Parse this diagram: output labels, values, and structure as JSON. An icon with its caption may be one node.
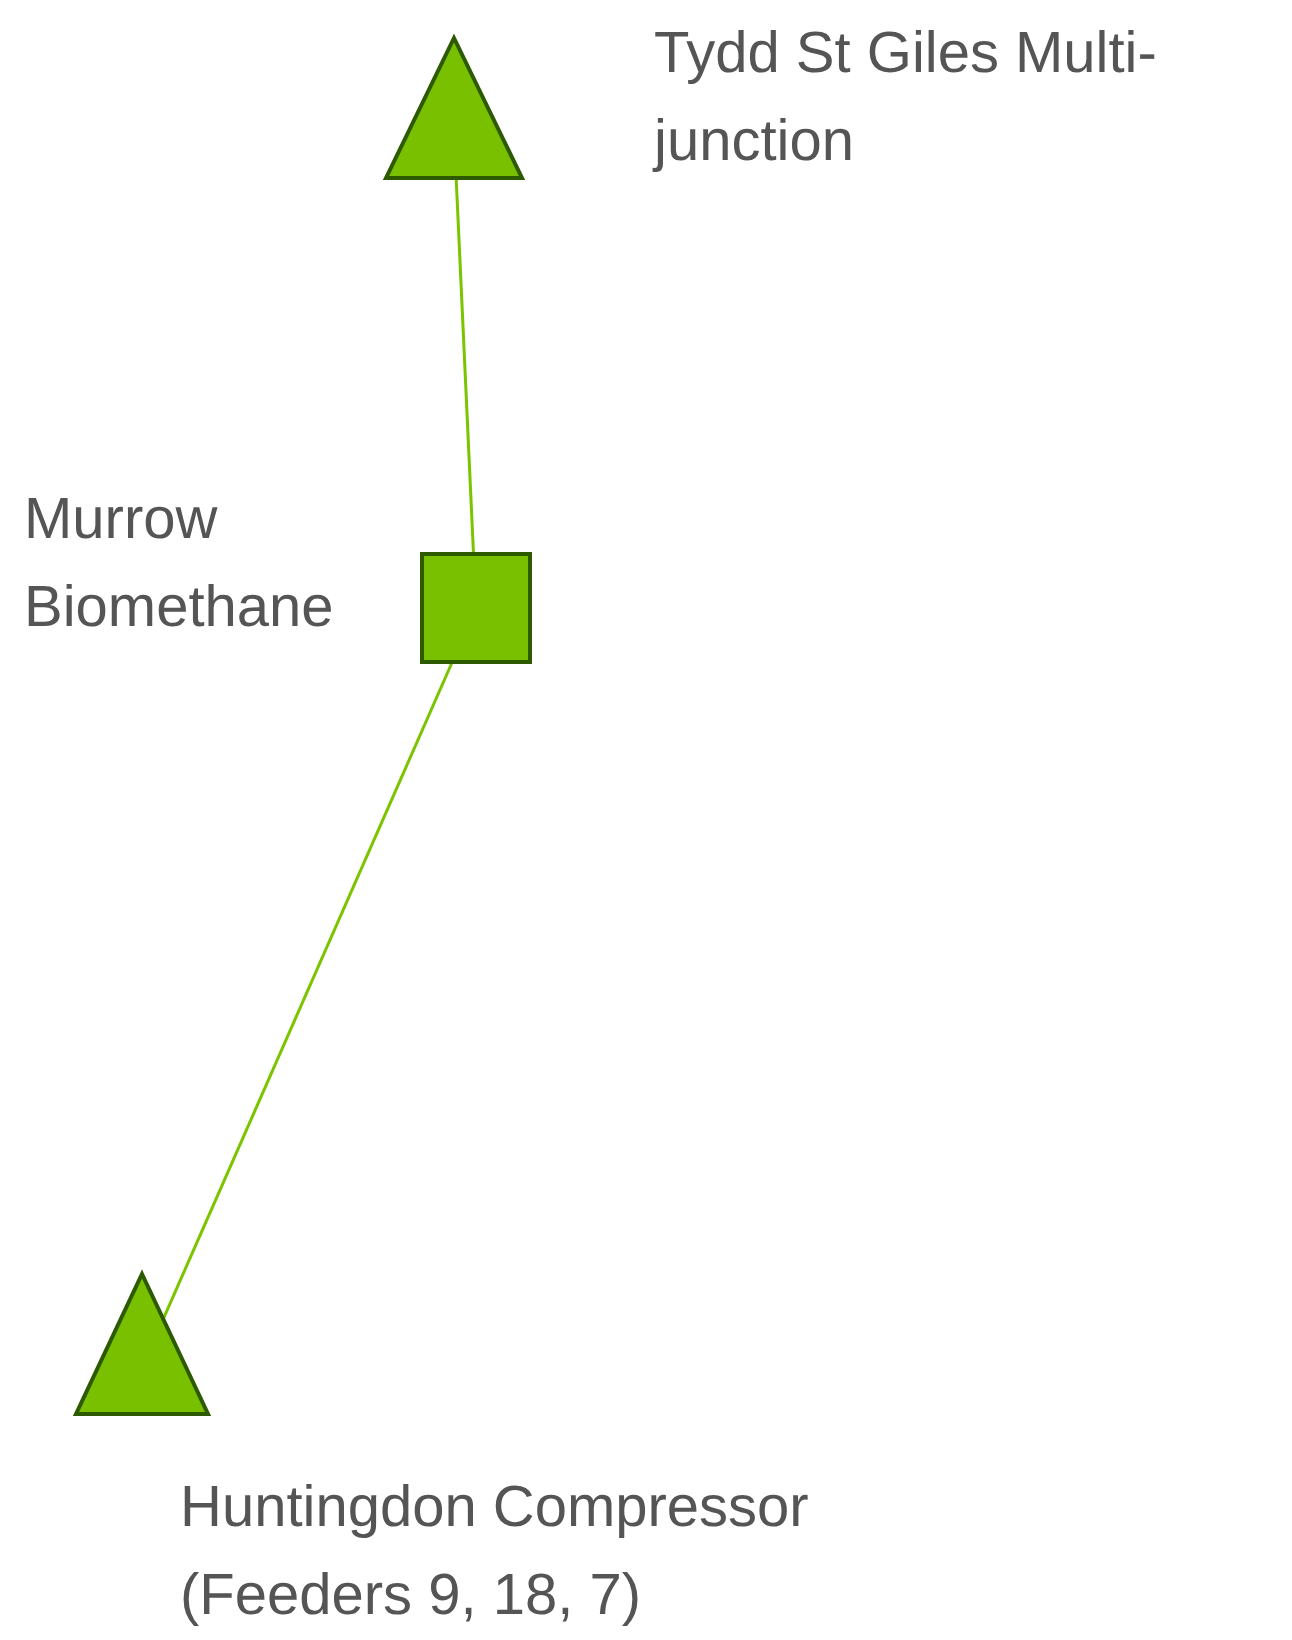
{
  "diagram": {
    "nodes": [
      {
        "text": [
          "Tydd St Giles Multi-junction"
        ]
      },
      {
        "text": [
          "Murrow Biomethane"
        ]
      },
      {
        "text": [
          "Huntingdon Compressor (Feeders 9, 18, 7)"
        ]
      }
    ],
    "edges": [
      {
        "from": 0,
        "to": 1,
        "arrow": "none"
      },
      {
        "from": 1,
        "to": 2,
        "arrow": "none"
      }
    ]
  }
}
